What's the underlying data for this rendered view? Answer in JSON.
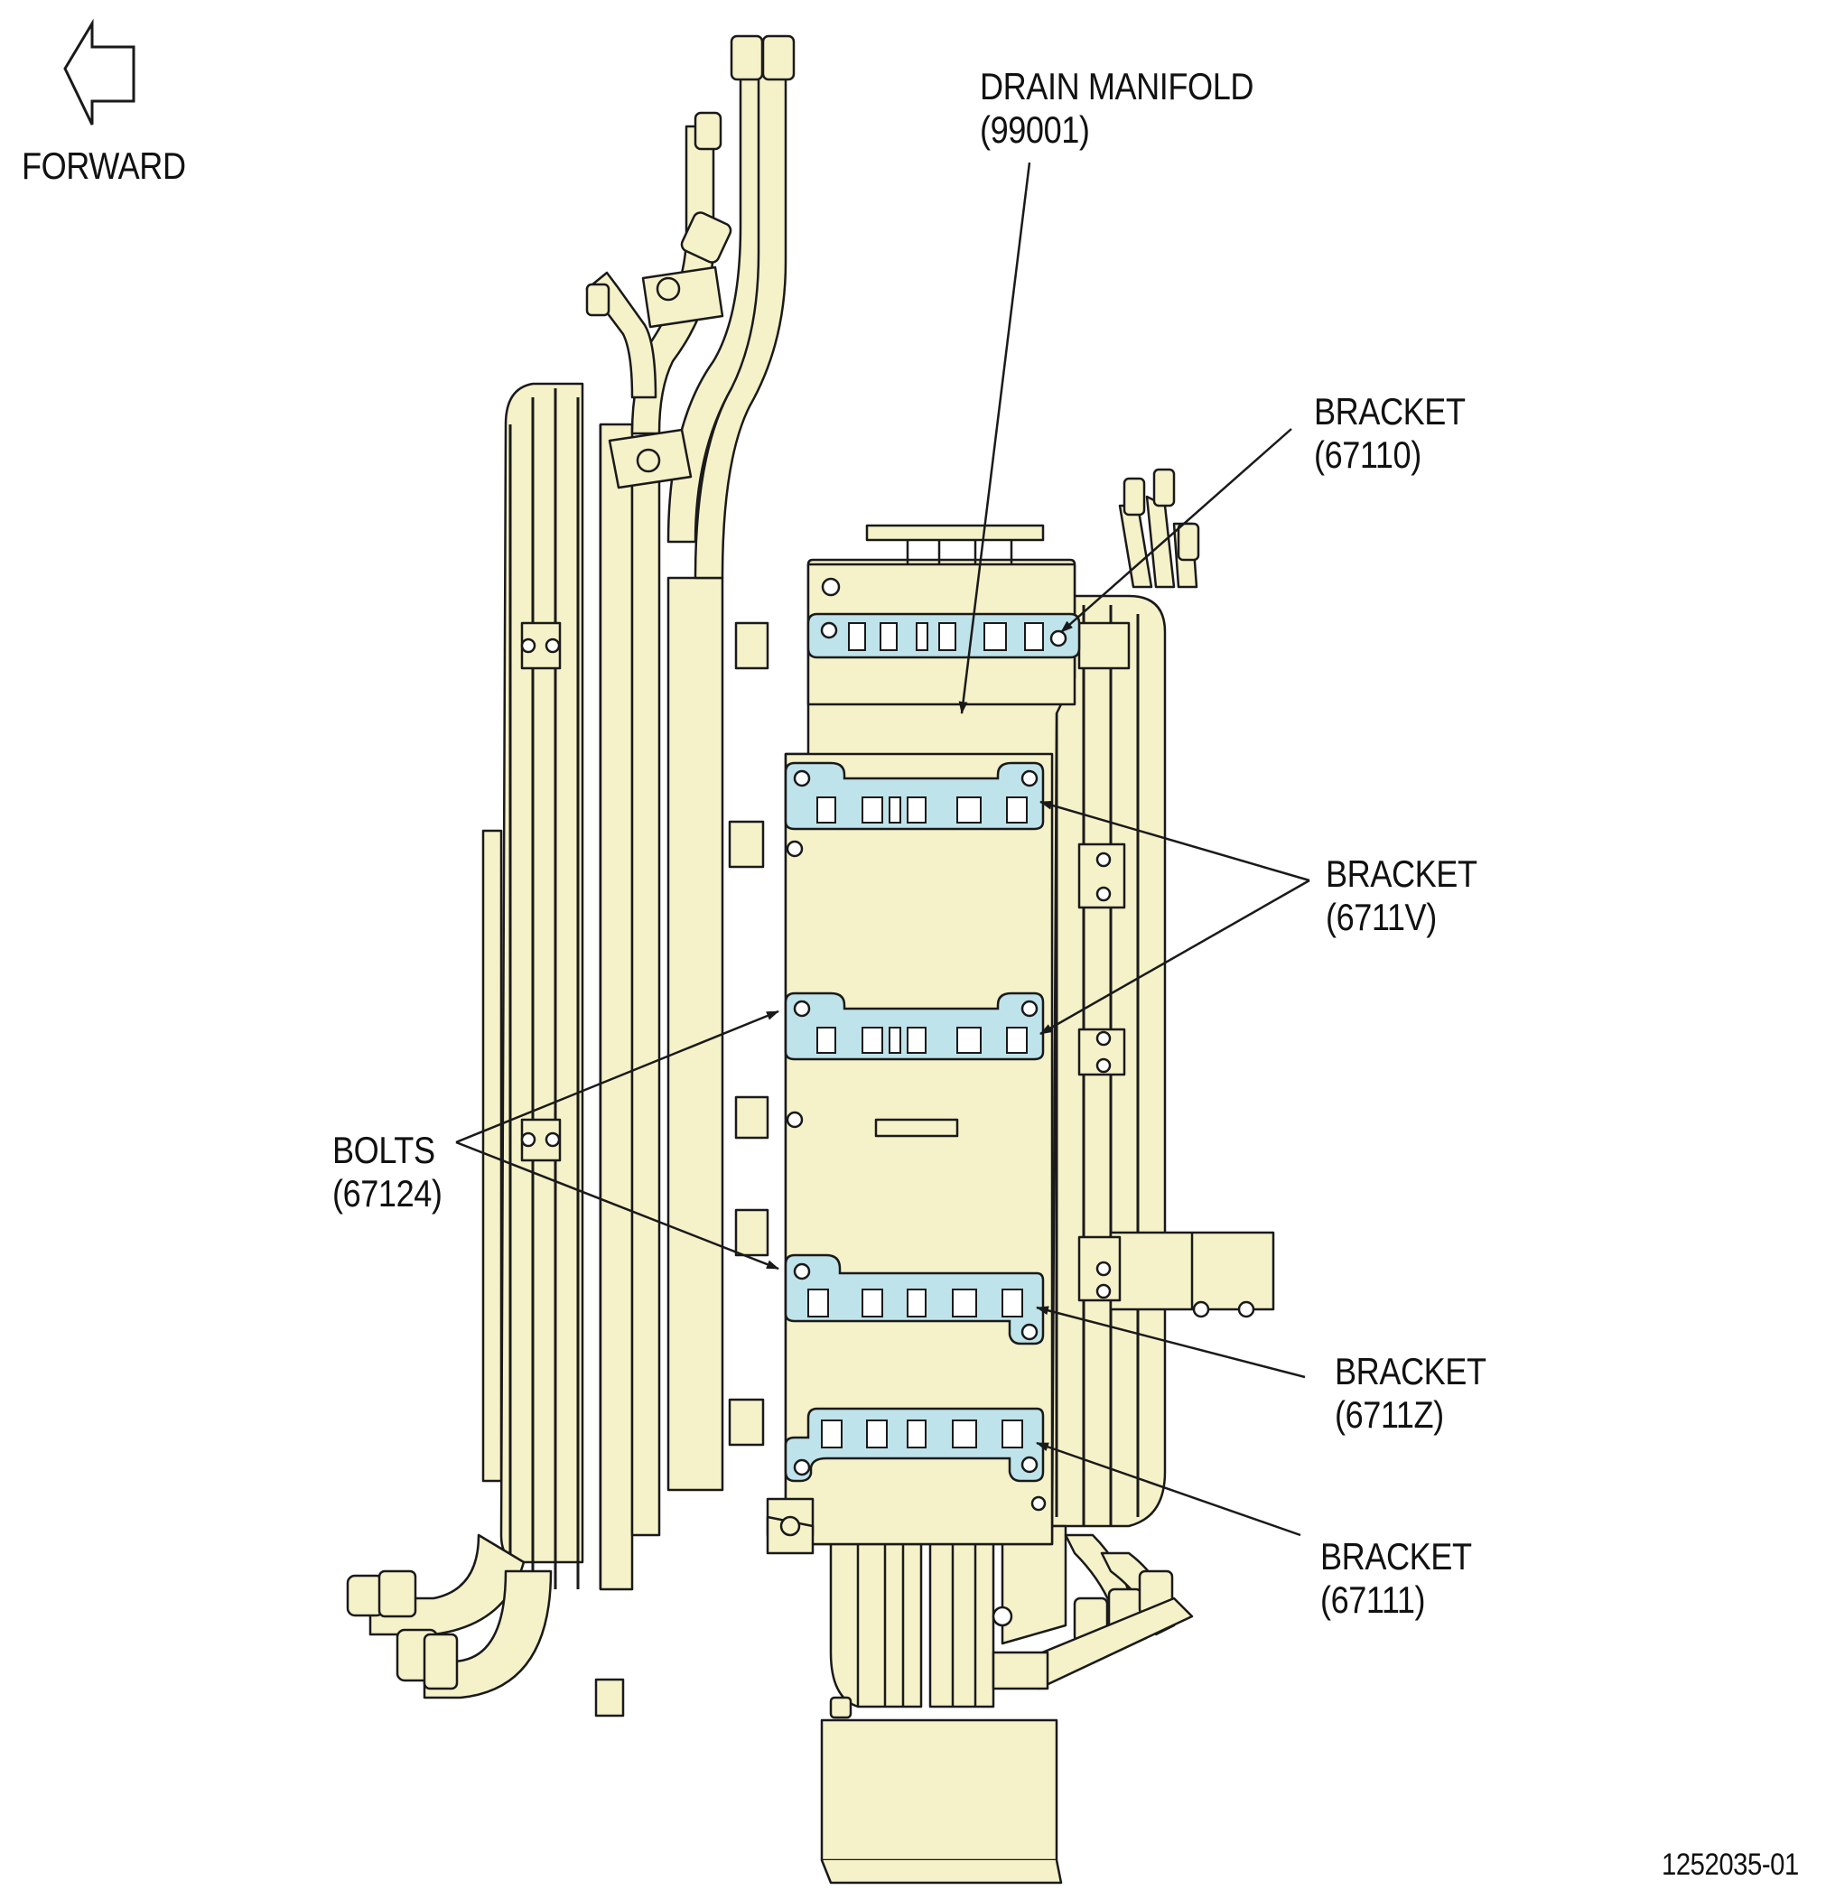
{
  "orientation": {
    "label": "FORWARD",
    "arrow_icon": "left-arrow-icon"
  },
  "callouts": [
    {
      "id": "drain-manifold",
      "name": "DRAIN MANIFOLD",
      "code": "(99001)"
    },
    {
      "id": "bracket-67110",
      "name": "BRACKET",
      "code": "(67110)"
    },
    {
      "id": "bracket-6711v",
      "name": "BRACKET",
      "code": "(6711V)"
    },
    {
      "id": "bolts-67124",
      "name": "BOLTS",
      "code": "(67124)"
    },
    {
      "id": "bracket-6711z",
      "name": "BRACKET",
      "code": "(6711Z)"
    },
    {
      "id": "bracket-67111",
      "name": "BRACKET",
      "code": "(67111)"
    }
  ],
  "figure_number": "1252035-01",
  "colors": {
    "assembly_fill": "#f5f1c8",
    "bracket_fill": "#bfe3ea",
    "line": "#1a1a1a"
  }
}
